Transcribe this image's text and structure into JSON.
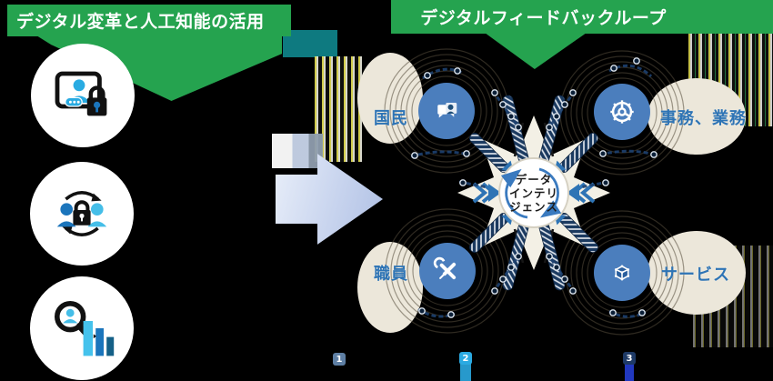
{
  "headers": {
    "left": "デジタル変革と人工知能の活用",
    "right": "デジタルフィードバックループ"
  },
  "left_panel": {
    "icons": [
      "screen-user-lock-icon",
      "people-sync-lock-icon",
      "person-search-chart-icon"
    ]
  },
  "loop": {
    "nodes": [
      {
        "label": "国民",
        "icon": "chat-feedback-icon"
      },
      {
        "label": "事務、業務",
        "icon": "gear-wheel-icon"
      },
      {
        "label": "職員",
        "icon": "tools-icon"
      },
      {
        "label": "サービス",
        "icon": "cube-icon"
      }
    ],
    "center": {
      "full": "データインテリジェンス",
      "line1": "データ",
      "line2": "インテリ",
      "line3": "ジェンス"
    }
  },
  "legend": {
    "items": [
      {
        "number": "1"
      },
      {
        "number": "2"
      },
      {
        "number": "3"
      }
    ]
  },
  "colors": {
    "background": "#000000",
    "header_green": "#25A34F",
    "node_blue": "#4B7EBD",
    "label_blue": "#2E74B5",
    "cloud_beige": "#ECE7DA",
    "star_beige": "#F3F0E5",
    "arrow_lavender": "#C8D4EE",
    "accent_lightblue": "#29ABE2",
    "accent_midblue": "#1B75BC",
    "accent_navy": "#1F4E79",
    "legend1": "#5E7FA4",
    "legend2": "#2BAAE2",
    "legend3": "#1E3A66"
  }
}
